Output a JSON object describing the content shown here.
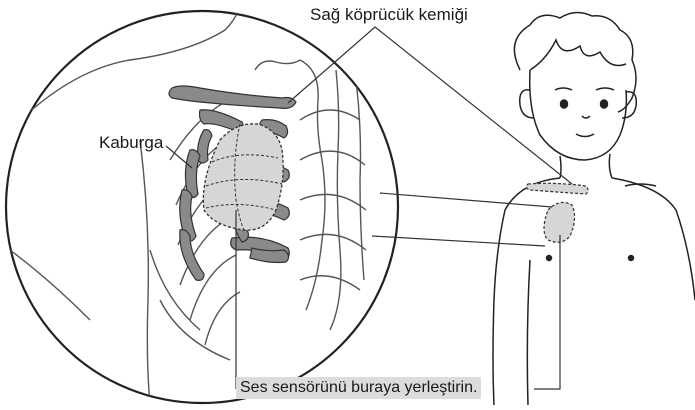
{
  "labels": {
    "clavicle": "Sağ köprücük kemiği",
    "rib": "Kaburga",
    "sensor_instruction": "Ses sensörünü buraya yerleştirin."
  },
  "colors": {
    "outline": "#333333",
    "bone_fill": "#8a8a8a",
    "sensor_area_fill": "#d6d6d6",
    "label_background": "#dcdcdc"
  },
  "icons": {
    "magnifier": "magnified-chest-circle",
    "child": "child-figure",
    "ribs": "rib-icon",
    "clavicle": "clavicle-icon",
    "sensor": "sensor-area-icon"
  }
}
